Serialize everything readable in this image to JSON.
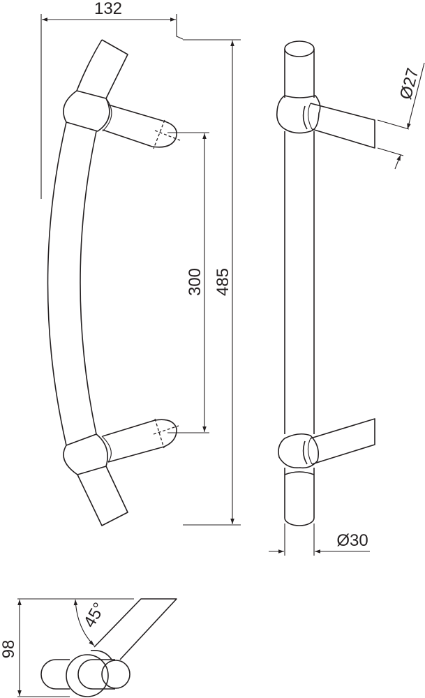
{
  "drawing": {
    "title": "Curved pull handle technical drawing",
    "dimensions": {
      "width": "132",
      "center_distance": "300",
      "total_length": "485",
      "leg_diameter": "Ø27",
      "bar_diameter": "Ø30",
      "projection": "98",
      "angle": "45°"
    },
    "line_color": "#231f20"
  }
}
